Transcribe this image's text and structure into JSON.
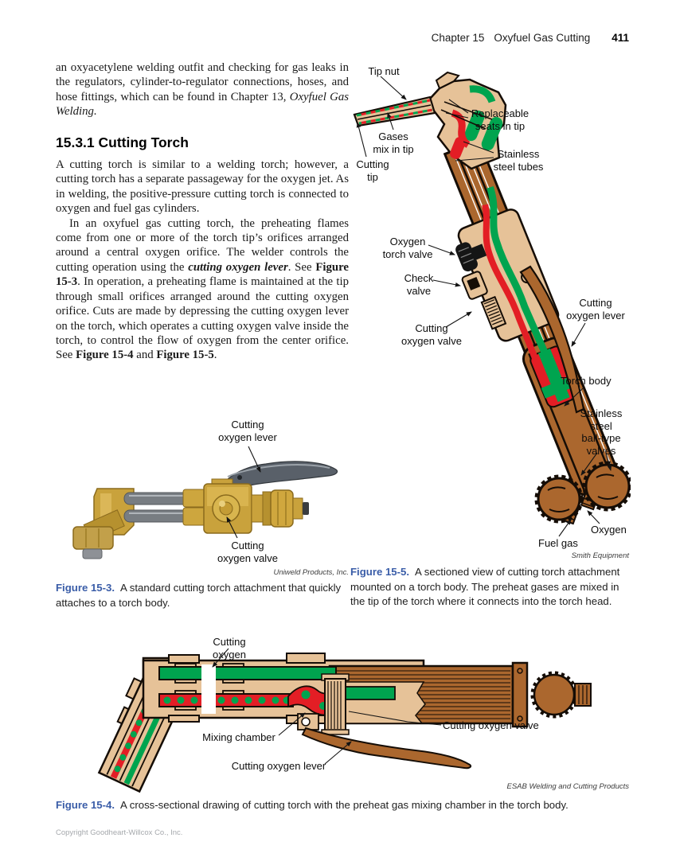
{
  "header": {
    "chapter": "Chapter 15",
    "title": "Oxyfuel Gas Cutting",
    "page_number": "411"
  },
  "article": {
    "p1_text": "an oxyacetylene welding outfit and checking for gas leaks in the regulators, cylinder-to-regulator connections, hoses, and hose fittings, which can be found in Chapter 13, ",
    "p1_italic": "Oxyfuel Gas Welding.",
    "section_heading": "15.3.1 Cutting Torch",
    "p2_text": "A cutting torch is similar to a welding torch; however, a cutting torch has a separate passageway for the oxygen jet. As in welding, the positive-pressure cutting torch is connected to oxygen and fuel gas cylinders.",
    "p3_seg1": "In an oxyfuel gas cutting torch, the preheating flames come from one or more of the torch tip’s orifices arranged around a central oxygen orifice. The welder controls the cutting operation using the ",
    "p3_term": "cutting oxygen lever",
    "p3_seg2": ". See ",
    "p3_ref1": "Figure 15-3",
    "p3_seg3": ". In operation, a preheating flame is maintained at the tip through small orifices arranged around the cutting oxygen orifice. Cuts are made by depressing the cutting oxygen lever on the torch, which operates a cutting oxygen valve inside the torch, to control the flow of oxygen from the center orifice. See ",
    "p3_ref2": "Figure 15-4",
    "p3_seg4": " and ",
    "p3_ref3": "Figure 15-5",
    "p3_seg5": "."
  },
  "figure3": {
    "labels": {
      "lever": "Cutting\noxygen lever",
      "valve": "Cutting\noxygen valve"
    },
    "credit": "Uniweld Products, Inc.",
    "caption_label": "Figure 15-3.",
    "caption_text": "A standard cutting torch attachment that quickly attaches to a torch body."
  },
  "figure5": {
    "labels": {
      "tip_nut": "Tip nut",
      "seats": "Replaceable\nseats in tip",
      "gases": "Gases\nmix in tip",
      "tubes": "Stainless\nsteel tubes",
      "cutting_tip": "Cutting\ntip",
      "oxygen_torch_valve": "Oxygen\ntorch valve",
      "check_valve": "Check\nvalve",
      "lever": "Cutting\noxygen lever",
      "cutting_oxygen_valve": "Cutting\noxygen valve",
      "torch_body": "Torch body",
      "ball_valves": "Stainless\nsteel\nball-type\nvalves",
      "oxygen": "Oxygen",
      "fuel_gas": "Fuel gas"
    },
    "credit": "Smith Equipment",
    "caption_label": "Figure 15-5.",
    "caption_text": "A sectioned view of cutting torch attachment mounted on a torch body. The preheat gases are mixed in the tip of the torch where it connects into the torch head."
  },
  "figure4": {
    "labels": {
      "cutting_oxygen": "Cutting oxygen",
      "valve": "Cutting oxygen valve",
      "mixing": "Mixing chamber",
      "lever": "Cutting oxygen lever"
    },
    "credit": "ESAB Welding and Cutting Products",
    "caption_label": "Figure 15-4.",
    "caption_text": "A cross-sectional drawing of cutting torch with the preheat gas mixing chamber in the torch body."
  },
  "footer": {
    "copyright": "Copyright Goodheart-Willcox Co., Inc."
  },
  "colors": {
    "caption_accent": "#3a5da8",
    "diagram_tan": "#e6c298",
    "diagram_brown": "#ab672e",
    "diagram_green": "#00a44f",
    "diagram_red": "#e31e25"
  }
}
